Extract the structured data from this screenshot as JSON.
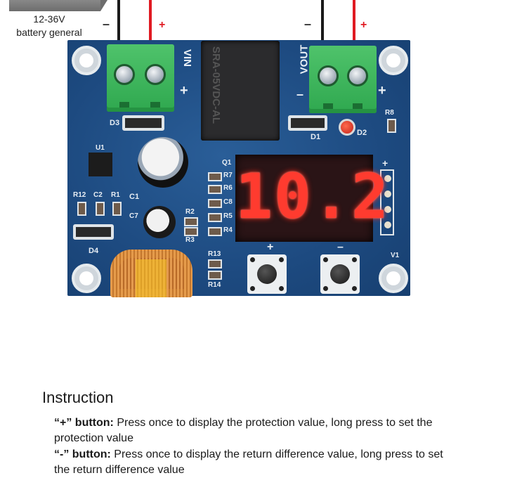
{
  "annotations": {
    "input": {
      "voltage": "12-36V",
      "label": "battery general",
      "minus": "–",
      "plus": "+"
    },
    "output": {
      "minus": "–",
      "plus": "+"
    }
  },
  "board": {
    "silkscreen": {
      "vin": "VIN",
      "vout": "VOUT",
      "minus": "–",
      "plus": "+",
      "d1": "D1",
      "d2": "D2",
      "d3": "D3",
      "d4": "D4",
      "u1": "U1",
      "q1": "Q1",
      "c1": "C1",
      "c2": "C2",
      "c7": "C7",
      "c8": "C8",
      "r1": "R1",
      "r2": "R2",
      "r3": "R3",
      "r4": "R4",
      "r5": "R5",
      "r6": "R6",
      "r7": "R7",
      "r8": "R8",
      "r12": "R12",
      "r13": "R13",
      "r14": "R14",
      "v1": "V1",
      "btn_plus": "+",
      "btn_minus": "–",
      "header_plus": "+"
    },
    "relay_text": "SRA-05VDC-AL",
    "display_value": "10.2"
  },
  "instruction": {
    "title": "Instruction",
    "plus_key": "“+” button:",
    "plus_text": " Press once to display the protection value, long press to set the",
    "plus_text_cont": "protection value",
    "minus_key": "“-” button:",
    "minus_text": " Press once to display the return difference value, long press to set",
    "minus_text_cont": "the return difference value"
  }
}
